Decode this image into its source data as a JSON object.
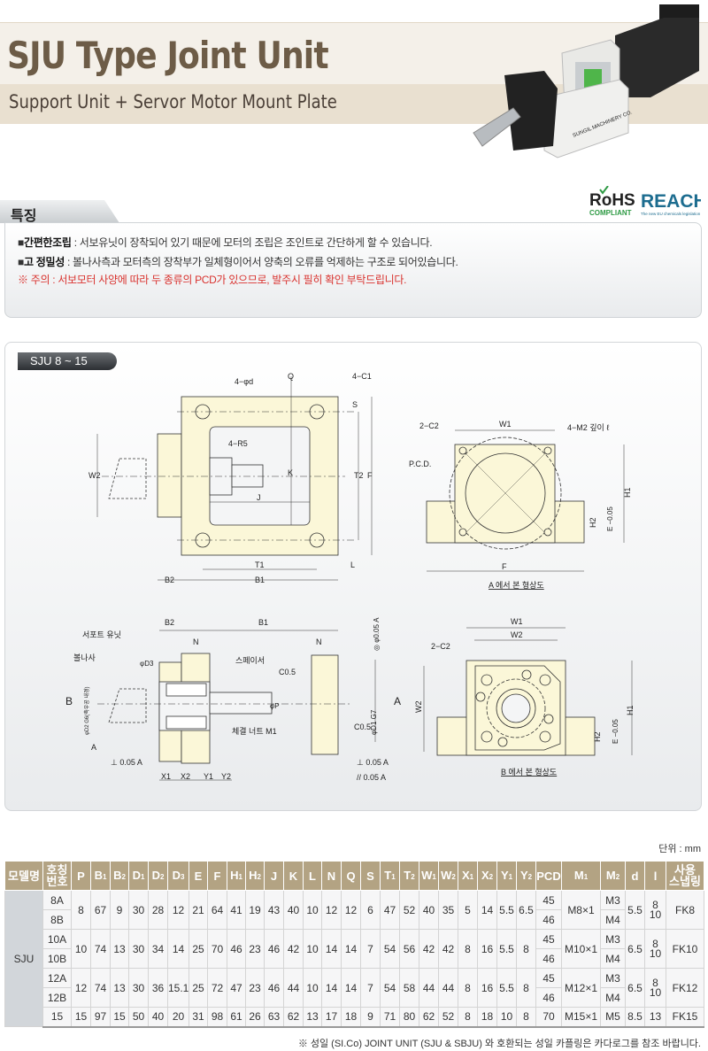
{
  "header": {
    "title": "SJU Type Joint Unit",
    "subtitle": "Support Unit + Servor Motor Mount Plate",
    "product_brand": "SUNGIL MACHINERY CO."
  },
  "badges": {
    "rohs": "RoHS",
    "rohs_sub": "COMPLIANT",
    "reach": "REACH",
    "reach_sub": "The new EU chemicals legislation"
  },
  "features": {
    "tab": "특징",
    "items": [
      {
        "bullet": "■",
        "title": "간편한조립",
        "text": " : 서보유닛이 장착되어 있기 때문에 모터의 조립은 조인트로 간단하게 할 수 있습니다."
      },
      {
        "bullet": "■",
        "title": "고 정밀성",
        "text": " : 볼나사측과 모터측의 장착부가 일체형이어서 양축의 오류를 억제하는 구조로 되어있습니다."
      }
    ],
    "caution": "※ 주의 : 서보모터 사양에 따라 두 종류의 PCD가 있으므로, 발주시 필히 확인 부탁드립니다.",
    "caution_color": "#d9322e"
  },
  "drawing": {
    "series": "SJU 8 ~ 15",
    "top_view": {
      "hole": "4−φd",
      "chamfer": "4−C1",
      "radius": "4−R5",
      "Q": "Q",
      "S": "S",
      "K": "K",
      "J": "J",
      "T2": "T2",
      "F": "F",
      "W2": "W2",
      "T1": "T1",
      "L": "L",
      "B2": "B2",
      "B1": "B1"
    },
    "side_view": {
      "B2": "B2",
      "B1": "B1",
      "N": "N",
      "support_unit": "서포트 유닛",
      "ball_screw": "볼나사",
      "spacer": "스페이서",
      "D3": "φD3",
      "D2": "φD2 G6(축우공 내경)",
      "P": "φP",
      "D1": "φD1 G7",
      "C05": "C0.5",
      "lock_nut": "체결 너트 M1",
      "B": "B",
      "A": "A",
      "datum": "A",
      "tol1": "⊥ 0.05 A",
      "tol2": "⊥ 0.05 A",
      "tol3": "// 0.05 A",
      "tol4": "◎ φ0.05 A",
      "X1": "X1",
      "X2": "X2",
      "Y1": "Y1",
      "Y2": "Y2"
    },
    "view_a": {
      "chamfer": "2−C2",
      "W1": "W1",
      "tap": "4−M2 깊이 ℓ",
      "pcd": "P.C.D.",
      "H1": "H1",
      "H2": "H2",
      "E": "E −0.05",
      "F": "F",
      "caption": "A 에서 본 형상도"
    },
    "view_b": {
      "W1": "W1",
      "W2": "W2",
      "chamfer": "2−C2",
      "W2v": "W2",
      "H1": "H1",
      "H2": "H2",
      "E": "E −0.05",
      "caption": "B 에서 본 형상도"
    }
  },
  "table": {
    "unit": "단위 : mm",
    "headers": [
      "모델명",
      "호칭\n번호",
      "P",
      "B1",
      "B2",
      "D1",
      "D2",
      "D3",
      "E",
      "F",
      "H1",
      "H2",
      "J",
      "K",
      "L",
      "N",
      "Q",
      "S",
      "T1",
      "T2",
      "W1",
      "W2",
      "X1",
      "X2",
      "Y1",
      "Y2",
      "PCD",
      "M1",
      "M2",
      "d",
      "l",
      "사용\n스냅링"
    ],
    "model": "SJU",
    "groups": [
      {
        "sizes": [
          "8A",
          "8B"
        ],
        "vals": [
          "8",
          "67",
          "9",
          "30",
          "28",
          "12",
          "21",
          "64",
          "41",
          "19",
          "43",
          "40",
          "10",
          "12",
          "12",
          "6",
          "47",
          "52",
          "40",
          "35",
          "5",
          "14",
          "5.5",
          "6.5"
        ],
        "pcd": [
          "45",
          "46"
        ],
        "m1": "M8×1",
        "m2": [
          "M3",
          "M4"
        ],
        "d": "5.5",
        "l": "8\n10",
        "ring": "FK8"
      },
      {
        "sizes": [
          "10A",
          "10B"
        ],
        "vals": [
          "10",
          "74",
          "13",
          "30",
          "34",
          "14",
          "25",
          "70",
          "46",
          "23",
          "46",
          "42",
          "10",
          "14",
          "14",
          "7",
          "54",
          "56",
          "42",
          "42",
          "8",
          "16",
          "5.5",
          "8"
        ],
        "pcd": [
          "45",
          "46"
        ],
        "m1": "M10×1",
        "m2": [
          "M3",
          "M4"
        ],
        "d": "6.5",
        "l": "8\n10",
        "ring": "FK10"
      },
      {
        "sizes": [
          "12A",
          "12B"
        ],
        "vals": [
          "12",
          "74",
          "13",
          "30",
          "36",
          "15.1",
          "25",
          "72",
          "47",
          "23",
          "46",
          "44",
          "10",
          "14",
          "14",
          "7",
          "54",
          "58",
          "44",
          "44",
          "8",
          "16",
          "5.5",
          "8"
        ],
        "pcd": [
          "45",
          "46"
        ],
        "m1": "M12×1",
        "m2": [
          "M3",
          "M4"
        ],
        "d": "6.5",
        "l": "8\n10",
        "ring": "FK12"
      },
      {
        "sizes": [
          "15"
        ],
        "vals": [
          "15",
          "97",
          "15",
          "50",
          "40",
          "20",
          "31",
          "98",
          "61",
          "26",
          "63",
          "62",
          "13",
          "17",
          "18",
          "9",
          "71",
          "80",
          "62",
          "52",
          "8",
          "18",
          "10",
          "8"
        ],
        "pcd": [
          "70"
        ],
        "m1": "M15×1",
        "m2": [
          "M5"
        ],
        "d": "8.5",
        "l": "13",
        "ring": "FK15"
      }
    ],
    "note": "※ 성일 (SI.Co) JOINT UNIT (SJU & SBJU) 와 호환되는 성일 카플링은 카다로그를 참조 바랍니다."
  }
}
